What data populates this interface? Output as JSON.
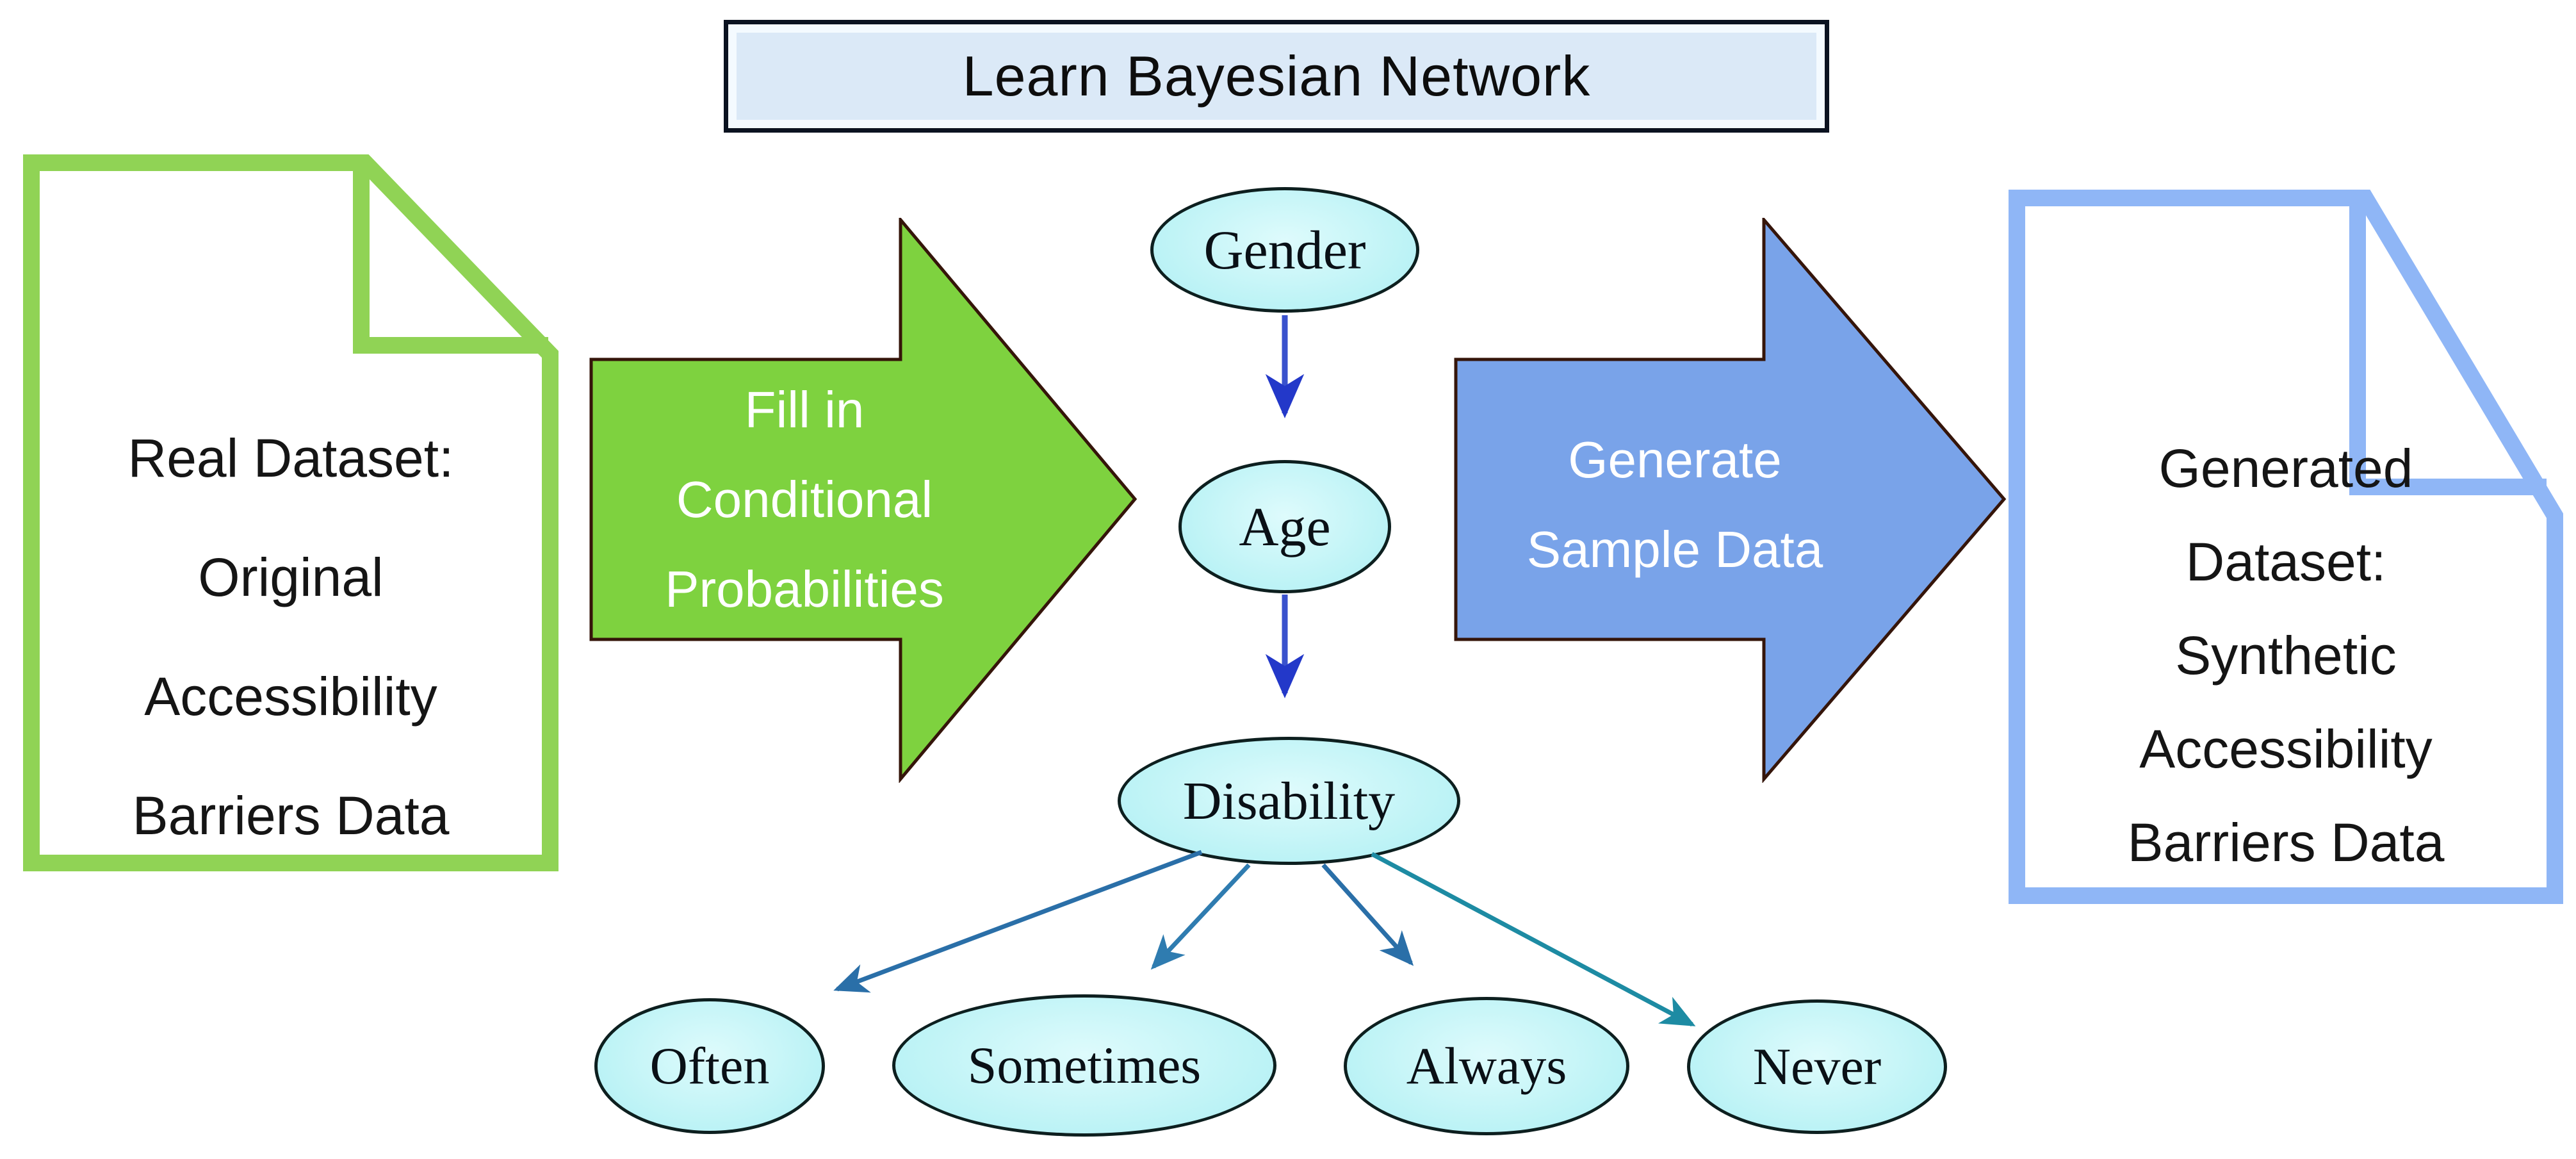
{
  "title": {
    "label": "Learn Bayesian Network"
  },
  "left_document": {
    "lines": [
      "Real Dataset:",
      "Original",
      "Accessibility",
      "Barriers Data"
    ]
  },
  "green_arrow": {
    "lines": [
      "Fill in",
      "Conditional",
      "Probabilities"
    ]
  },
  "blue_arrow": {
    "lines": [
      "Generate",
      "Sample Data"
    ]
  },
  "right_document": {
    "lines": [
      "Generated",
      "Dataset:",
      "Synthetic",
      "Accessibility",
      "Barriers Data"
    ]
  },
  "network": {
    "nodes": [
      {
        "id": "gender",
        "label": "Gender"
      },
      {
        "id": "age",
        "label": "Age"
      },
      {
        "id": "disability",
        "label": "Disability"
      },
      {
        "id": "often",
        "label": "Often"
      },
      {
        "id": "sometimes",
        "label": "Sometimes"
      },
      {
        "id": "always",
        "label": "Always"
      },
      {
        "id": "never",
        "label": "Never"
      }
    ],
    "edges": [
      {
        "from": "Gender",
        "to": "Age"
      },
      {
        "from": "Age",
        "to": "Disability"
      },
      {
        "from": "Disability",
        "to": "Often"
      },
      {
        "from": "Disability",
        "to": "Sometimes"
      },
      {
        "from": "Disability",
        "to": "Always"
      },
      {
        "from": "Disability",
        "to": "Never"
      }
    ]
  },
  "colors": {
    "title_box_fill": "#dbe9f7",
    "title_box_border": "#0b1220",
    "green_document_border": "#90d355",
    "blue_document_border": "#8fb6f6",
    "green_arrow_fill": "#7ed23f",
    "blue_arrow_fill": "#79a3e9",
    "block_arrow_outline": "#35150a",
    "node_fill": "#b9f2f5",
    "node_border": "#0d1f1f",
    "vertical_edge": "#2c45c9",
    "fan_edge_steel": "#2a6fa8",
    "fan_edge_light": "#2f7cb0",
    "fan_edge_teal": "#1d8ba3"
  }
}
